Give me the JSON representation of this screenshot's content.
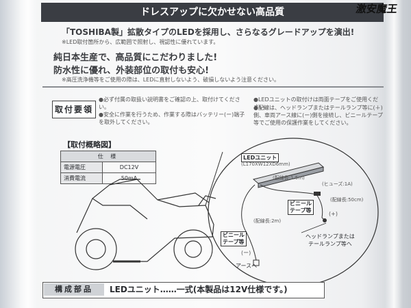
{
  "banner": "ドレスアップに欠かせない高品質",
  "watermark": "激安魔王",
  "bullets": [
    "「TOSHIBA製」拡散タイプのLEDを採用し、さらなるグレードアップを演出!",
    "純日本生産で、高品質にこだわりました!",
    "防水性に優れ、外装部位の取付も安心!"
  ],
  "notes": [
    "※LED取付箇所から、広範囲で照射し、視認性に優れています。",
    "※高圧洗浄機等をご使用の際は、LEDに直射しないよう、破損しないよう注意ください。"
  ],
  "install": {
    "label": "取付要領",
    "left_notes": [
      "●必ず付属の取扱い説明書をご確認の上、取付けてください。",
      "●安全に作業を行うため、作業する際はバッテリー(ー)端子を取外してください。"
    ],
    "right_notes": [
      "●LEDユニットの取付けは両面テープをご使用ください。",
      "●配線は、ヘッドランプまたはテールランプ等に(＋)側、車両アース線に(ー)側を接続し、ビニールテープ等でご使用の保護作業をしてください。"
    ]
  },
  "diagram": {
    "title": "【取付概略図】",
    "spec_title": "仕 様",
    "spec_rows": [
      {
        "key": "電源電圧",
        "value": "DC12V"
      },
      {
        "key": "消費電流",
        "value": "50mA"
      }
    ],
    "labels": {
      "led_unit": "LEDユニット",
      "led_size": "(L170XW12XD6mm)",
      "wire_1": "(配線長:1.5m)",
      "fuse": "(ヒューズ:1A)",
      "vinyl_tape_1": "ビニール\nテープ等",
      "wire_2": "(配線長:50cm)",
      "plus": "(+)",
      "wire_3": "(配線長:2m)",
      "vinyl_tape_2": "ビニール\nテープ等",
      "minus": "(ー)",
      "earth": "アースへ",
      "headlamp": "ヘッドランプまたは\nテールランプ等へ"
    }
  },
  "composition": {
    "label": "構成部品",
    "text": "LEDユニット……一式(本製品は12V仕様です。)"
  }
}
